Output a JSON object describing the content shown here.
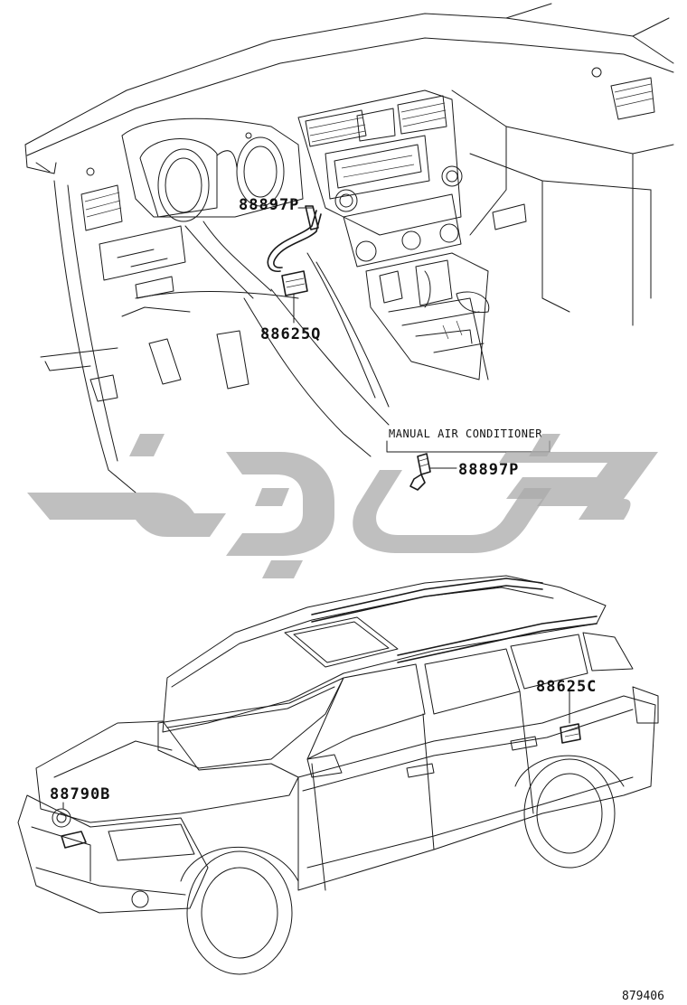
{
  "callouts": {
    "dash_top": "88897P",
    "dash_sensor": "88625Q",
    "manual_part": "88897P",
    "rear_sensor": "88625C",
    "front_sensor": "88790B"
  },
  "manual_label": "MANUAL AIR CONDITIONER",
  "figure_code": "879406",
  "icons": [
    "dashboard-illustration",
    "vehicle-illustration",
    "watermark-logo"
  ]
}
